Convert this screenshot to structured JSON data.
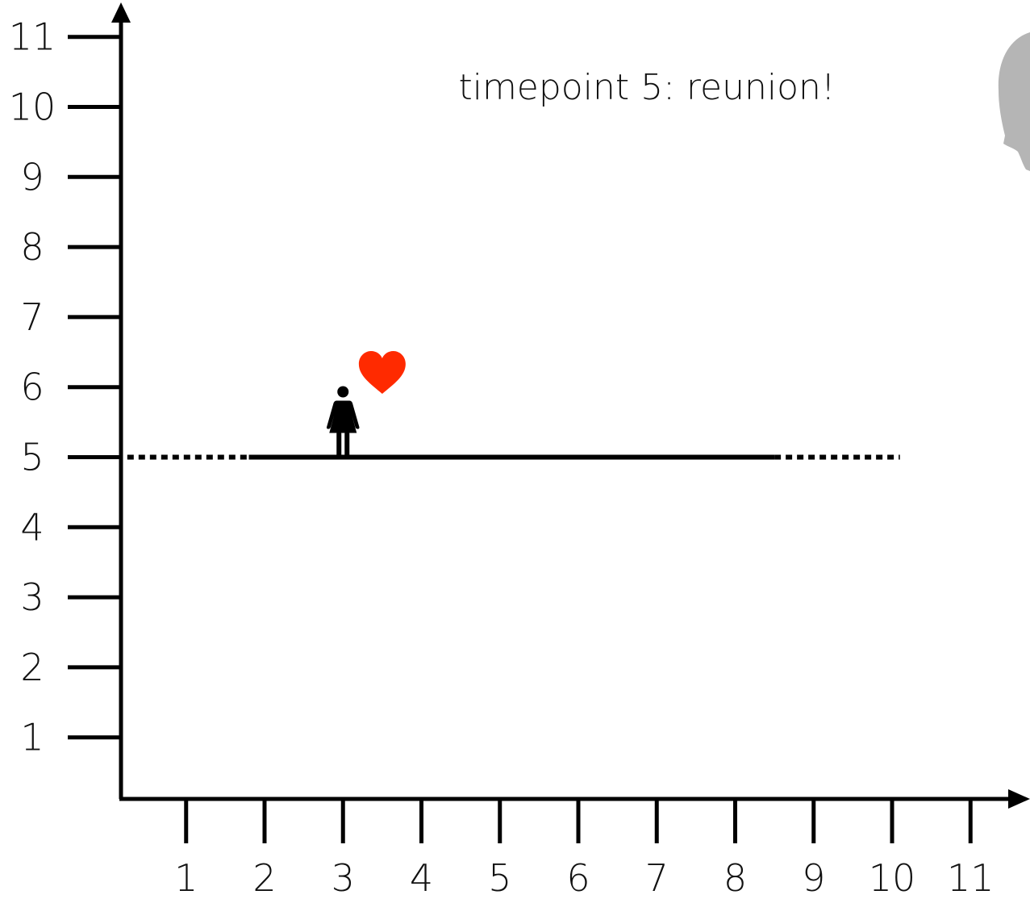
{
  "title": "timepoint 5:  reunion!",
  "x_ticks": [
    "1",
    "2",
    "3",
    "4",
    "5",
    "6",
    "7",
    "8",
    "9",
    "10",
    "11"
  ],
  "y_ticks": [
    "1",
    "2",
    "3",
    "4",
    "5",
    "6",
    "7",
    "8",
    "9",
    "10",
    "11"
  ],
  "level_line": {
    "y": 5,
    "solid_from_x": 1.8,
    "solid_to_x": 8.5,
    "dotted_left_from_x": 0.25,
    "dotted_right_to_x": 10.1
  },
  "person": {
    "x": 3,
    "y": 5,
    "icon": "woman-icon"
  },
  "heart": {
    "x": 3.5,
    "y": 6.1,
    "icon": "heart-icon",
    "color": "#ff2a00"
  },
  "decorations": {
    "head_silhouette_color": "#b5b5b5"
  },
  "colors": {
    "axis": "#000000"
  }
}
